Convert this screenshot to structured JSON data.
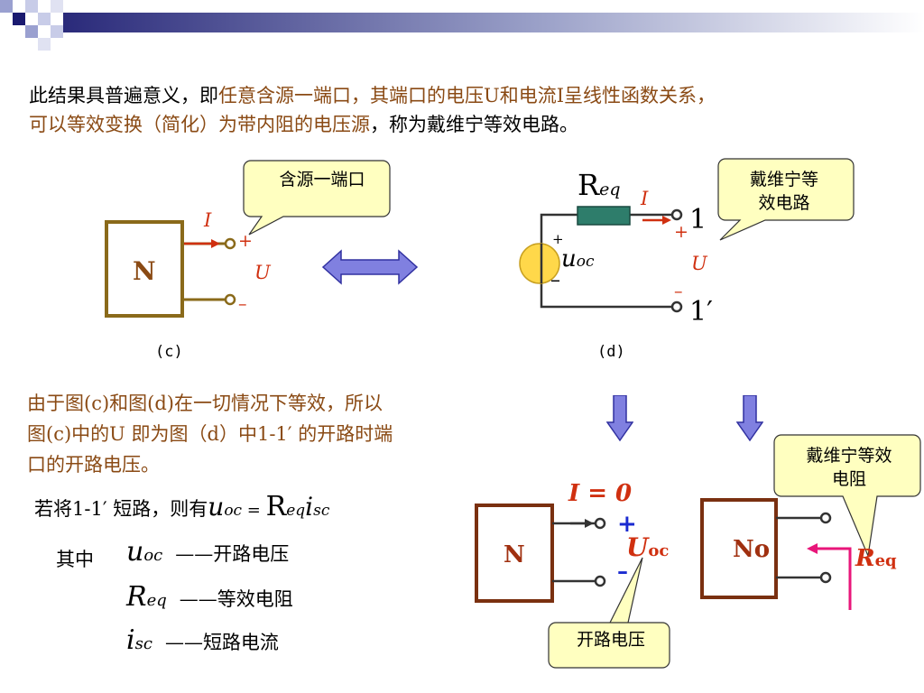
{
  "intro": {
    "line1_black": "此结果具普遍意义，即",
    "line1_brown": "任意含源一端口，其端口的电压U和电流I呈线性函数关系，",
    "line2_brown": "可以等效变换（简化）为带内阻的电压源",
    "line2_black": "，称为戴维宁等效电路。"
  },
  "figure_c": {
    "caption": "(c)",
    "bubble": "含源一端口",
    "block_label": "N",
    "current": "I",
    "plus": "+",
    "minus": "–",
    "voltage": "U"
  },
  "figure_d": {
    "caption": "(d)",
    "bubble_lines": [
      "戴维宁等",
      "效电路"
    ],
    "req_main": "R",
    "req_sub": "eq",
    "current": "I",
    "source_main": "u",
    "source_sub": "oc",
    "source_plus": "+",
    "source_minus": "–",
    "terminal_1": "1",
    "terminal_1p": "1′",
    "plus": "+",
    "minus": "–",
    "voltage": "U"
  },
  "explanation": {
    "line1": "由于图(c)和图(d)在一切情况下等效，所以",
    "line2": "图(c)中的U 即为图（d）中1-1′ 的开路时端",
    "line3": "口的开路电压。"
  },
  "short_circuit": {
    "prefix": "若将1-1′ 短路，则有",
    "lhs_main": "u",
    "lhs_sub": "oc",
    "equals": " = ",
    "r_main": "R",
    "r_sub": "eq",
    "i_main": "i",
    "i_sub": "sc"
  },
  "definitions": {
    "label": "其中",
    "rows": [
      {
        "sym": "u",
        "sub": "oc",
        "text": "——开路电压"
      },
      {
        "sym": "R",
        "sub": "eq",
        "text": "——等效电阻"
      },
      {
        "sym": "i",
        "sub": "sc",
        "text": "——短路电流"
      }
    ]
  },
  "figure_open": {
    "current_label": "I = 0",
    "block_label": "N",
    "plus": "+",
    "minus": "–",
    "voltage_main": "U",
    "voltage_sub": "oc",
    "bubble": "开路电压"
  },
  "figure_req": {
    "block_label": "No",
    "req_main": "R",
    "req_sub": "eq",
    "bubble_lines": [
      "戴维宁等效",
      "电阻"
    ]
  },
  "colors": {
    "brown": "#8a4a14",
    "accent_red": "#d03010",
    "bubble_fill": "#ffffc0",
    "resistor": "#2e7d6b",
    "source_fill": "#ffd84a",
    "magenta": "#e8167a",
    "arrow_purple": "#8080e0"
  }
}
